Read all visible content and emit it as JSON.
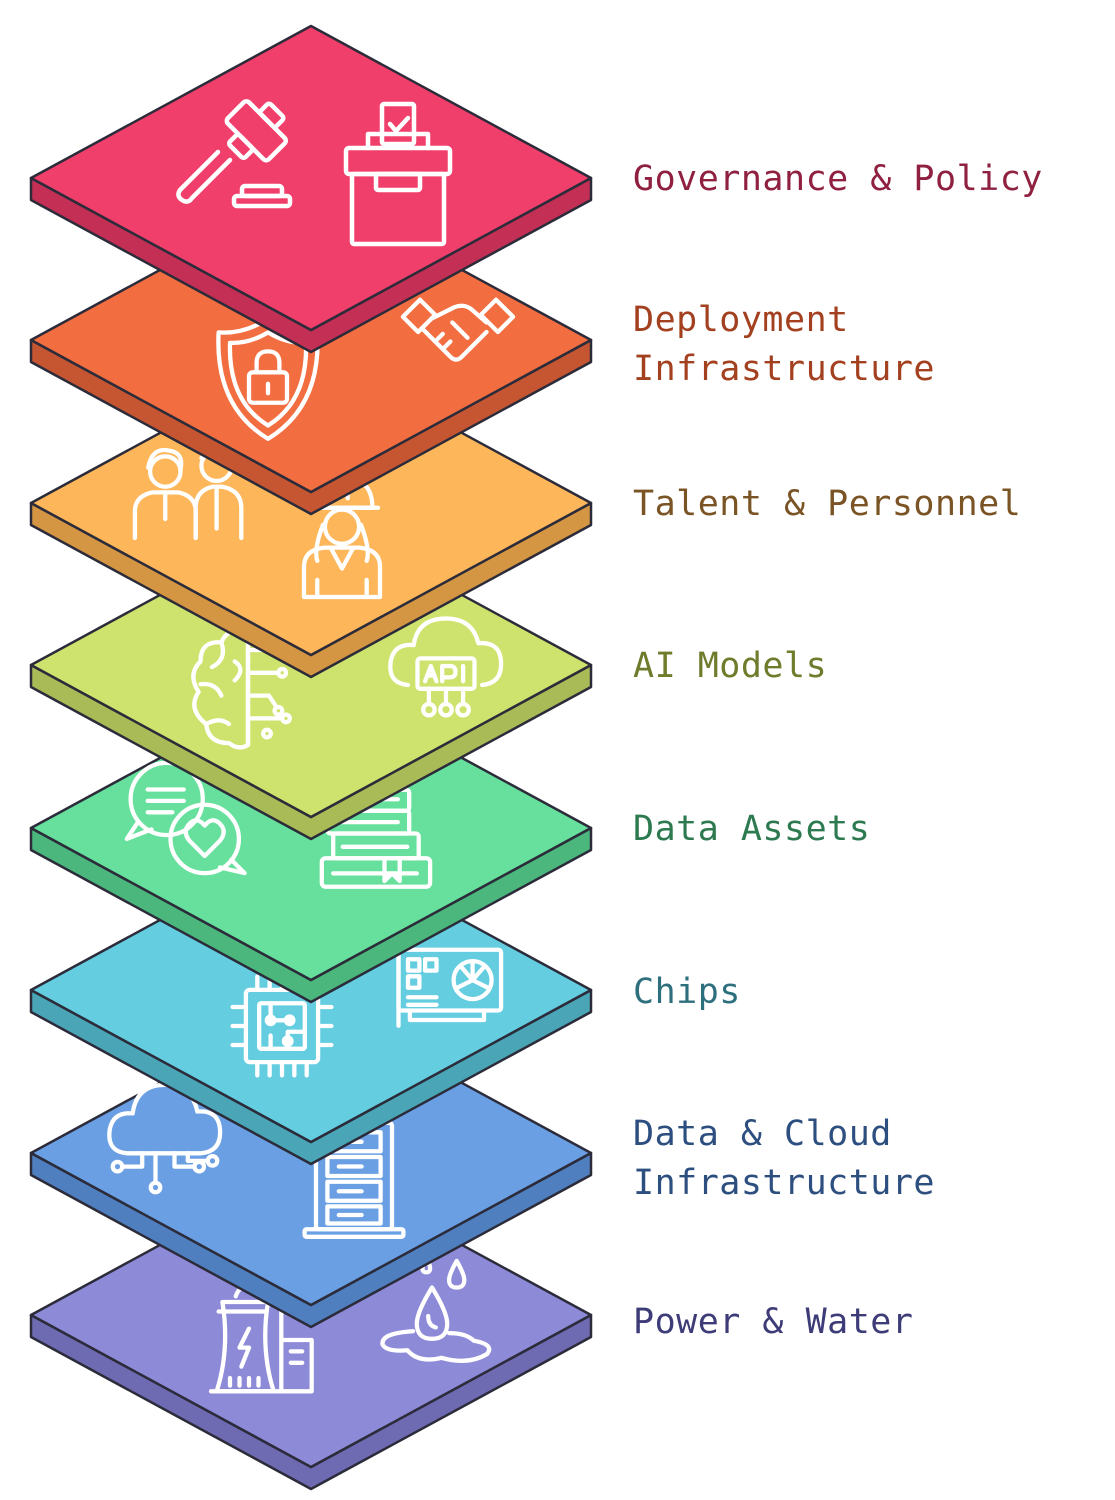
{
  "layers": [
    {
      "label": "Governance & Policy",
      "top_color": "#f03f6a",
      "side_color": "#c42f55",
      "text_color": "#8f2040",
      "icons": [
        "gavel-icon",
        "ballot-box-icon"
      ]
    },
    {
      "label": "Deployment\nInfrastructure",
      "top_color": "#f26e40",
      "side_color": "#c55631",
      "text_color": "#a3401f",
      "icons": [
        "security-shield-icon",
        "handshake-icon"
      ]
    },
    {
      "label": "Talent & Personnel",
      "top_color": "#fdb75a",
      "side_color": "#d49643",
      "text_color": "#7a5424",
      "icons": [
        "team-people-icon",
        "engineer-icon"
      ]
    },
    {
      "label": "AI Models",
      "top_color": "#cee36e",
      "side_color": "#a8bb56",
      "text_color": "#6e7c2c",
      "icons": [
        "ai-brain-icon",
        "cloud-api-icon"
      ]
    },
    {
      "label": "Data Assets",
      "top_color": "#66e09c",
      "side_color": "#4bb77d",
      "text_color": "#2d7a50",
      "icons": [
        "chat-bubbles-icon",
        "books-stack-icon"
      ]
    },
    {
      "label": "Chips",
      "top_color": "#64cde0",
      "side_color": "#4aa6b7",
      "text_color": "#2e6f7d",
      "icons": [
        "processor-chip-icon",
        "graphics-card-icon"
      ]
    },
    {
      "label": "Data & Cloud\nInfrastructure",
      "top_color": "#6a9fe3",
      "side_color": "#4f7fbf",
      "text_color": "#2d4f80",
      "icons": [
        "cloud-network-icon",
        "server-rack-icon"
      ]
    },
    {
      "label": "Power & Water",
      "top_color": "#8d8ad8",
      "side_color": "#6e6bb3",
      "text_color": "#3e3c78",
      "icons": [
        "power-plant-icon",
        "water-drops-icon"
      ]
    }
  ]
}
